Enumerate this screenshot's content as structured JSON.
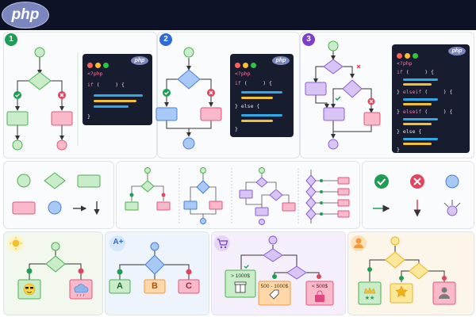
{
  "header": {
    "logo_text": "php"
  },
  "steps": [
    {
      "number": "1",
      "color": "#1f9d55"
    },
    {
      "number": "2",
      "color": "#2f6bd8"
    },
    {
      "number": "3",
      "color": "#7b3fc9"
    }
  ],
  "code": {
    "php_open": "<?php",
    "if_kw": "if",
    "if_cond": " (     ) {",
    "close_brace": "}",
    "else_line": "} else {",
    "elseif_kw": "elseif",
    "elseif_line_prefix": "} ",
    "elseif_cond": " (     ) {",
    "badge": "php"
  },
  "examples": {
    "grades": [
      "A",
      "B",
      "C"
    ],
    "grade_badge": "A+",
    "price_labels": [
      "> 1000$",
      "500 - 1000$",
      "< 500$"
    ],
    "stars": "★★"
  },
  "colors": {
    "green_fill": "#c9ecc9",
    "green_stroke": "#4caf50",
    "blue_fill": "#a8c8f5",
    "blue_stroke": "#4a7fd6",
    "pink_fill": "#f9b9c8",
    "pink_stroke": "#e0577d",
    "purple_fill": "#d8c4f5",
    "purple_stroke": "#8a5cd6",
    "orange_fill": "#ffd7a8",
    "orange_stroke": "#f39a3d",
    "yellow_fill": "#fde89a",
    "yellow_stroke": "#e6b422"
  }
}
